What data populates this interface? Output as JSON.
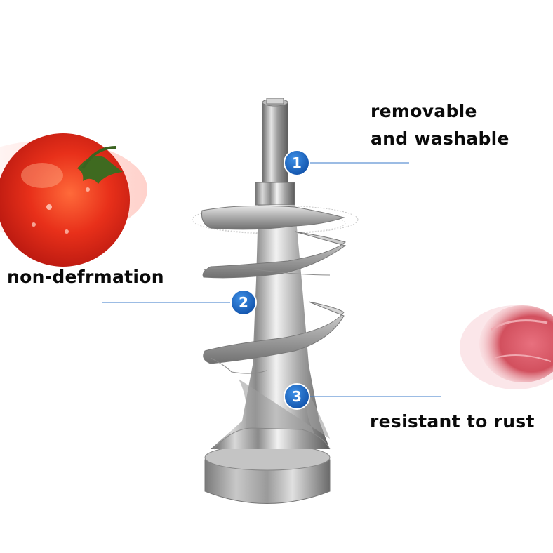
{
  "colors": {
    "marker": "#1565c0",
    "marker_highlight": "#3d8fe6",
    "leader_line": "#3a78c8"
  },
  "features": [
    {
      "number": "1",
      "lines": [
        "removable",
        "and washable"
      ]
    },
    {
      "number": "2",
      "lines": [
        "non-defrmation"
      ]
    },
    {
      "number": "3",
      "lines": [
        "resistant to rust"
      ]
    }
  ]
}
